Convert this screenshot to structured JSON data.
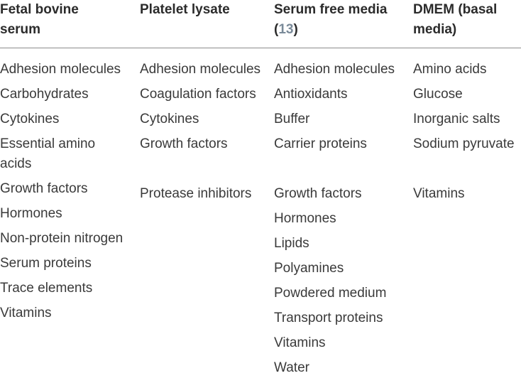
{
  "table": {
    "columns": [
      {
        "header": "Fetal bovine serum",
        "items": [
          "Adhesion molecules",
          "Carbohydrates",
          "Cytokines",
          "Essential amino acids",
          "Growth factors",
          "Hormones",
          "Non-protein nitrogen",
          "Serum proteins",
          "Trace elements",
          "Vitamins"
        ]
      },
      {
        "header": "Platelet lysate",
        "items": [
          "Adhesion molecules",
          "Coagulation factors",
          "Cytokines",
          "Growth factors",
          "Protease inhibitors"
        ]
      },
      {
        "header": "Serum free media (",
        "header_ref": "13",
        "header_end": ")",
        "items": [
          "Adhesion molecules",
          "Antioxidants",
          "Buffer",
          "Carrier proteins",
          "Growth factors",
          "Hormones",
          "Lipids",
          "Polyamines",
          "Powdered medium",
          "Transport proteins",
          "Vitamins",
          "Water"
        ]
      },
      {
        "header": "DMEM (basal media)",
        "items": [
          "Amino acids",
          "Glucose",
          "Inorganic salts",
          "Sodium pyruvate",
          "Vitamins"
        ]
      }
    ]
  }
}
